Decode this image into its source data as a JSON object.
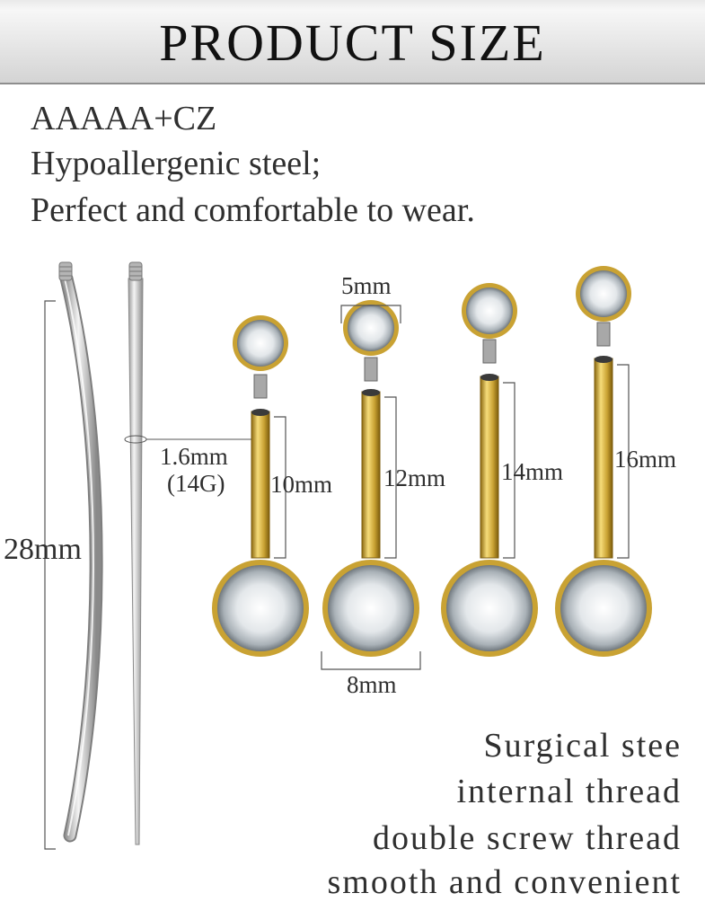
{
  "banner": {
    "title": "PRODUCT SIZE"
  },
  "specs": [
    "AAAAA+CZ",
    "Hypoallergenic steel;",
    "Perfect and comfortable to wear."
  ],
  "dimensions": {
    "length_total": "28mm",
    "gauge_mm": "1.6mm",
    "gauge": "(14G)",
    "top_gem": "5mm",
    "bottom_gem": "8mm",
    "bar_lengths": [
      "10mm",
      "12mm",
      "14mm",
      "16mm"
    ]
  },
  "features": [
    "Surgical stee",
    "internal thread",
    "double screw thread",
    "smooth and convenient"
  ],
  "colors": {
    "gold": "#c9a233",
    "silver": "#c9c9c9",
    "banner": "#dcdcdc"
  }
}
